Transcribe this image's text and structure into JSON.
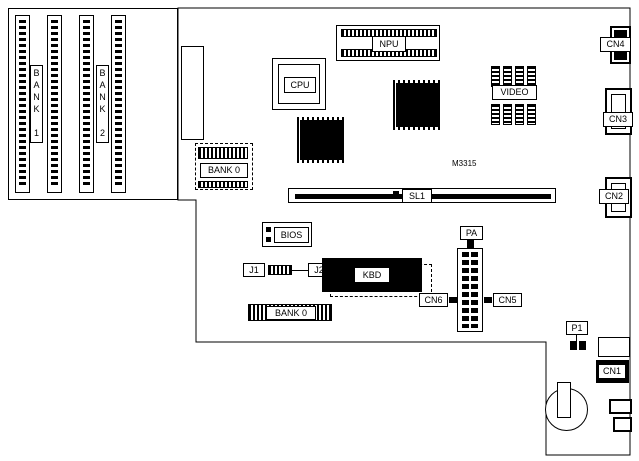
{
  "board": {
    "part_number": "M3315",
    "labels": {
      "npu": "NPU",
      "cpu": "CPU",
      "video": "VIDEO",
      "bios": "BIOS",
      "kbd": "KBD",
      "sl1": "SL1",
      "pa": "PA",
      "p1": "P1",
      "j1": "J1",
      "j2": "J2",
      "cn1": "CN1",
      "cn2": "CN2",
      "cn3": "CN3",
      "cn4": "CN4",
      "cn5": "CN5",
      "cn6": "CN6",
      "bank0_upper": "BANK 0",
      "bank0_lower": "BANK 0",
      "bank1": "BANK 1",
      "bank2": "BANK 2"
    }
  }
}
